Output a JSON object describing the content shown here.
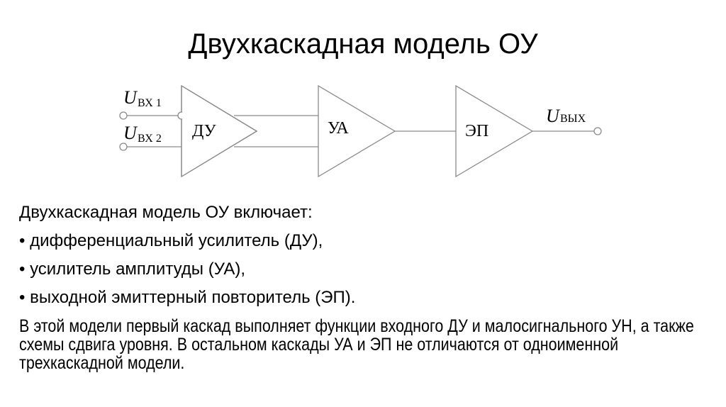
{
  "slide": {
    "title": "Двухкаскадная модель ОУ"
  },
  "diagram": {
    "inputs": [
      {
        "symbol": "U",
        "subscript": "ВХ 1"
      },
      {
        "symbol": "U",
        "subscript": "ВХ 2"
      }
    ],
    "output": {
      "symbol": "U",
      "subscript": "ВЫХ"
    },
    "stages": [
      {
        "label": "ДУ"
      },
      {
        "label": "УА"
      },
      {
        "label": "ЭП"
      }
    ],
    "line_color": "#808080"
  },
  "content": {
    "intro": "Двухкаскадная модель ОУ включает:",
    "bullets": [
      "• дифференциальный усилитель (ДУ),",
      "• усилитель амплитуды (УА),",
      "•  выходной эмиттерный повторитель (ЭП)."
    ],
    "paragraph": "В этой модели первый каскад выполняет функции входного ДУ и малосигнального УН, а также схемы сдвига уровня. В остальном каскады УА и ЭП не отличаются от одноименной трехкаскадной модели."
  }
}
